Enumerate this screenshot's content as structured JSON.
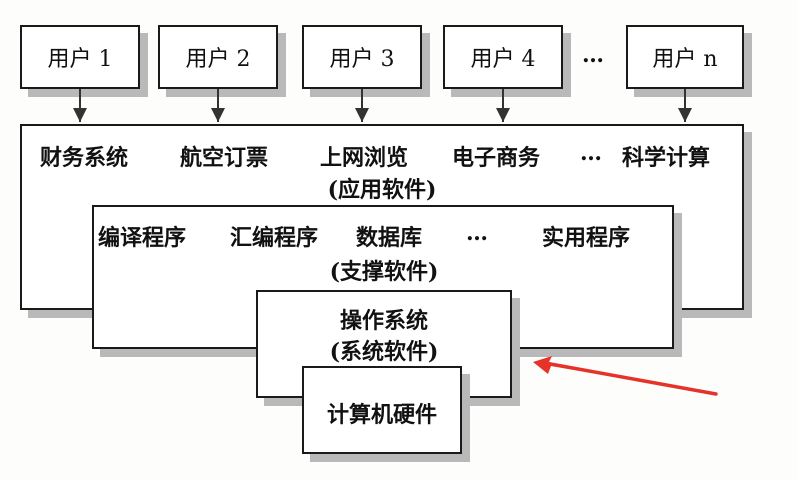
{
  "users": [
    "用户 1",
    "用户 2",
    "用户 3",
    "用户 4",
    "用户 n"
  ],
  "user_ellipsis": "…",
  "application": {
    "items": [
      "财务系统",
      "航空订票",
      "上网浏览",
      "电子商务",
      "…",
      "科学计算"
    ],
    "caption": "(应用软件)"
  },
  "support": {
    "items": [
      "编译程序",
      "汇编程序",
      "数据库",
      "…",
      "实用程序"
    ],
    "caption": "(支撑软件)"
  },
  "os": {
    "title": "操作系统",
    "caption": "(系统软件)"
  },
  "hardware": {
    "title": "计算机硬件"
  },
  "colors": {
    "arrow": "#e5332a",
    "border": "#1a1a1a",
    "shadow": "#b9b9b9"
  }
}
